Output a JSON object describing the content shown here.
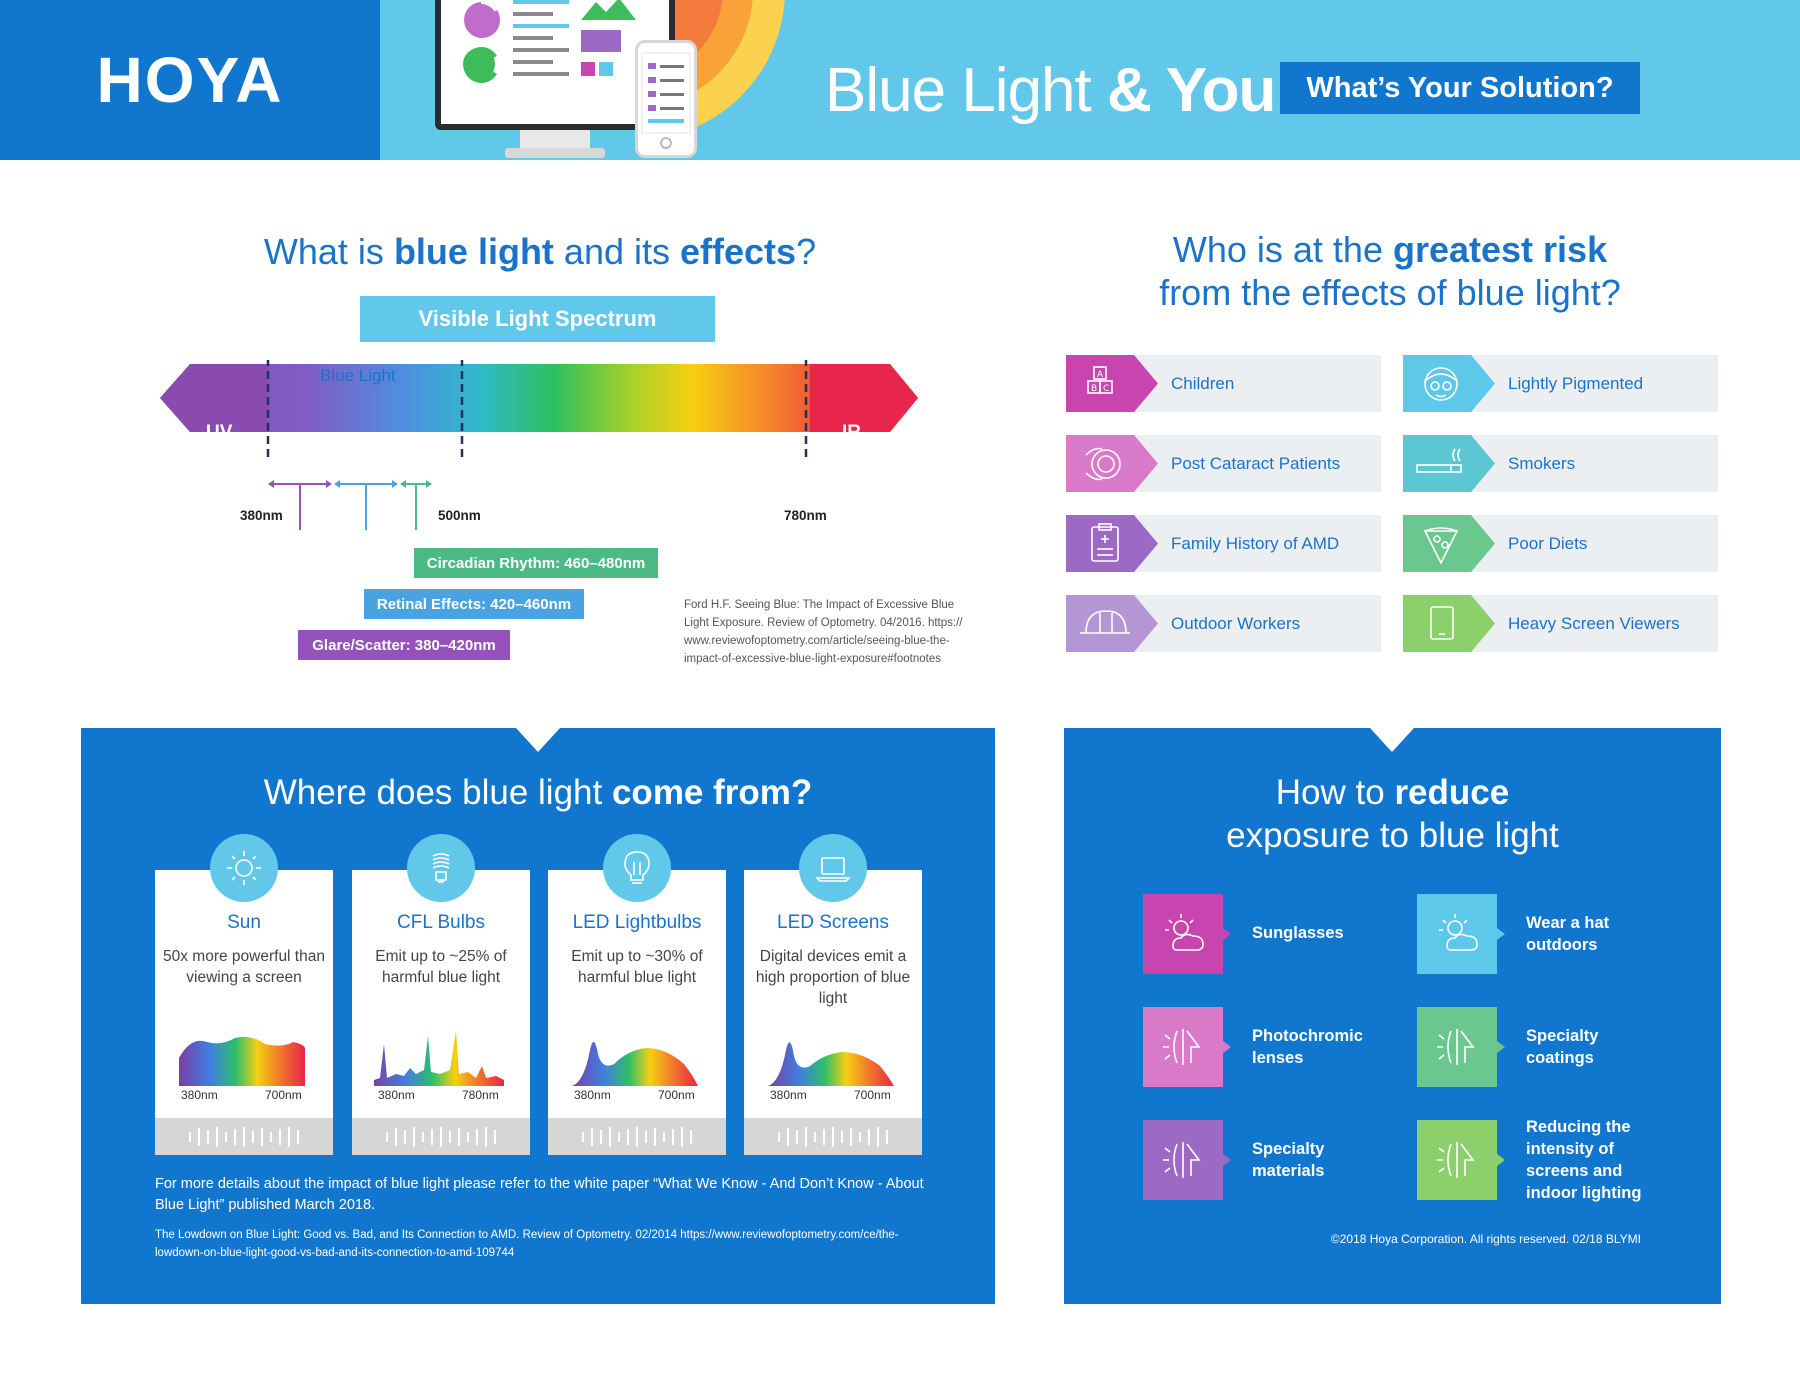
{
  "header": {
    "logo": "HOYA",
    "title_light": "Blue Light",
    "title_bold": "& You",
    "solution_button": "What’s Your Solution?"
  },
  "spectrum_section": {
    "title_parts": [
      "What is ",
      "blue light",
      " and its ",
      "effects",
      "?"
    ],
    "spectrum_label": "Visible Light Spectrum",
    "blue_light_label": "Blue Light",
    "uv_label": "UV",
    "ir_label": "IR",
    "nm_380": "380nm",
    "nm_500": "500nm",
    "nm_780": "780nm",
    "ranges": {
      "circadian": "Circadian Rhythm: 460–480nm",
      "retinal": "Retinal Effects: 420–460nm",
      "glare": "Glare/Scatter: 380–420nm"
    },
    "footnote": [
      "Ford H.F. Seeing Blue: The Impact of Excessive Blue",
      "Light Exposure. Review of Optometry. 04/2016. https://",
      "www.reviewofoptometry.com/article/seeing-blue-the-",
      "impact-of-excessive-blue-light-exposure#footnotes"
    ]
  },
  "risk_section": {
    "title_line1_parts": [
      "Who is at the ",
      "greatest risk"
    ],
    "title_line2": "from the effects of blue light?",
    "items": [
      {
        "label": "Children",
        "color": "#c844ae",
        "icon": "blocks-icon"
      },
      {
        "label": "Lightly Pigmented",
        "color": "#5ec8ea",
        "icon": "face-icon"
      },
      {
        "label": "Post Cataract Patients",
        "color": "#d97ac9",
        "icon": "eye-icon"
      },
      {
        "label": "Smokers",
        "color": "#5cc6d2",
        "icon": "cigarette-icon"
      },
      {
        "label": "Family History of AMD",
        "color": "#9c6ac4",
        "icon": "clipboard-icon"
      },
      {
        "label": "Poor Diets",
        "color": "#6ac88f",
        "icon": "pizza-icon"
      },
      {
        "label": "Outdoor Workers",
        "color": "#b596d4",
        "icon": "hardhat-icon"
      },
      {
        "label": "Heavy Screen Viewers",
        "color": "#8cd06c",
        "icon": "tablet-icon"
      }
    ]
  },
  "sources_section": {
    "title_light": "Where does blue light ",
    "title_bold": "come from?",
    "cards": [
      {
        "title": "Sun",
        "desc": "50x more powerful than viewing a screen",
        "nm_left": "380nm",
        "nm_right": "700nm",
        "icon": "sun-icon"
      },
      {
        "title": "CFL Bulbs",
        "desc": "Emit up to ~25% of harmful blue light",
        "nm_left": "380nm",
        "nm_right": "780nm",
        "icon": "cfl-bulb-icon"
      },
      {
        "title": "LED Lightbulbs",
        "desc": "Emit up to ~30% of harmful blue light",
        "nm_left": "380nm",
        "nm_right": "700nm",
        "icon": "lightbulb-icon"
      },
      {
        "title": "LED Screens",
        "desc": "Digital devices emit a high proportion of blue light",
        "nm_left": "380nm",
        "nm_right": "700nm",
        "icon": "laptop-icon"
      }
    ],
    "note": "For more details about the impact of blue light please refer to the white paper “What We Know - And Don’t Know - About Blue Light” published March 2018.",
    "reference": "The Lowdown on Blue Light: Good vs. Bad, and Its Connection to AMD. Review of Optometry. 02/2014 https://www.reviewofoptometry.com/ce/the-lowdown-on-blue-light-good-vs-bad-and-its-connection-to-amd-109744"
  },
  "reduce_section": {
    "title_line1_light": "How to ",
    "title_line1_bold": "reduce",
    "title_line2": "exposure to blue light",
    "items": [
      {
        "label": "Sunglasses",
        "color": "#c844ae",
        "icon": "sun-cloud-icon"
      },
      {
        "label": "Wear a hat outdoors",
        "color": "#5ec8ea",
        "icon": "sun-cloud-icon"
      },
      {
        "label": "Photochromic lenses",
        "color": "#d97ac9",
        "icon": "lens-light-icon"
      },
      {
        "label": "Specialty coatings",
        "color": "#6ac88f",
        "icon": "lens-light-icon"
      },
      {
        "label": "Specialty materials",
        "color": "#9c6ac4",
        "icon": "lens-light-icon"
      },
      {
        "label": "Reducing the intensity of screens and indoor lighting",
        "color": "#8cd06c",
        "icon": "lens-light-icon"
      }
    ],
    "copyright": "©2018 Hoya Corporation. All rights reserved. 02/18 BLYMI"
  },
  "colors": {
    "brand_blue": "#1176ce",
    "light_blue": "#62c8ea",
    "circadian": "#4cba84",
    "retinal": "#4aa3e0",
    "glare": "#9652bb"
  }
}
